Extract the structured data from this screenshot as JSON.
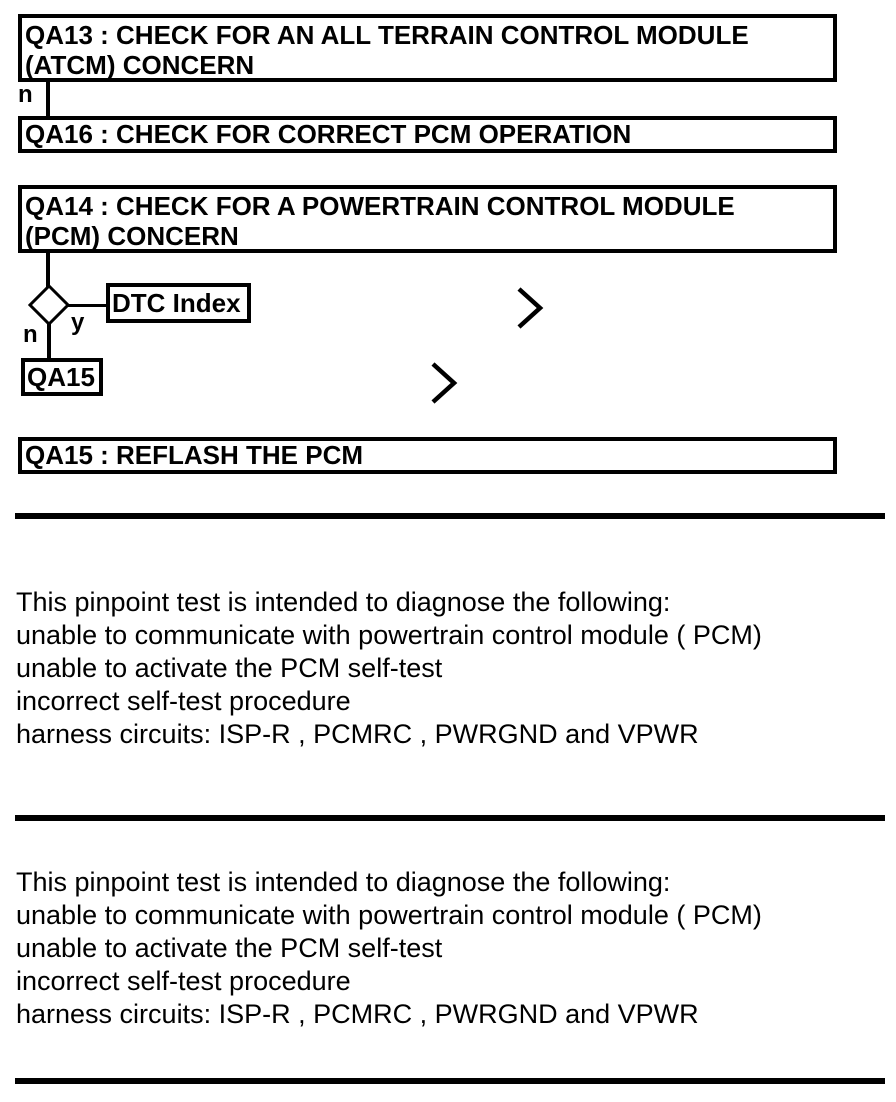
{
  "colors": {
    "ink": "#000000",
    "paper": "#ffffff"
  },
  "flowchart": {
    "qa13": {
      "line1": "QA13 : CHECK FOR AN ALL TERRAIN CONTROL MODULE",
      "line2": "(ATCM) CONCERN",
      "branch_no_label": "n"
    },
    "qa16": {
      "label": "QA16 : CHECK FOR CORRECT PCM OPERATION"
    },
    "qa14": {
      "line1": "QA14 : CHECK FOR A POWERTRAIN CONTROL MODULE",
      "line2": "(PCM) CONCERN",
      "decision_no_label": "n",
      "decision_yes_label": "y"
    },
    "dtc_index": {
      "label": "DTC Index"
    },
    "qa15_link": {
      "label": "QA15"
    },
    "qa15": {
      "label": "QA15 : REFLASH THE PCM"
    }
  },
  "icons": {
    "decision": "decision-diamond",
    "continue_1": "chevron-right",
    "continue_2": "chevron-right"
  },
  "sections": [
    {
      "lines": [
        "This pinpoint test is intended to diagnose the following:",
        "unable to communicate with powertrain control module ( PCM)",
        "unable to activate the PCM self-test",
        "incorrect self-test procedure",
        "harness circuits: ISP-R , PCMRC , PWRGND and VPWR"
      ]
    },
    {
      "lines": [
        "This pinpoint test is intended to diagnose the following:",
        "unable to communicate with powertrain control module ( PCM)",
        "unable to activate the PCM self-test",
        "incorrect self-test procedure",
        "harness circuits: ISP-R , PCMRC , PWRGND and VPWR"
      ]
    }
  ]
}
